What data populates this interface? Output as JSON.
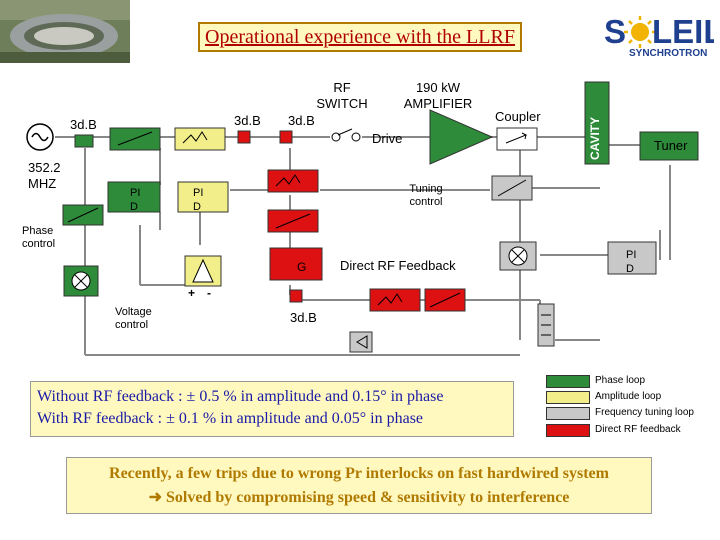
{
  "title": "Operational experience with the LLRF",
  "logo": {
    "text": "S LEIL",
    "subtext": "SYNCHROTRON"
  },
  "labels": {
    "rf_switch": [
      "RF",
      "SWITCH"
    ],
    "amplifier": [
      "190 kW",
      "AMPLIFIER"
    ],
    "coupler": "Coupler",
    "cavity": "CAVITY",
    "tuner": "Tuner",
    "drive": "Drive",
    "att_left": "3d.B",
    "att_mid": "3d.B",
    "att_mid2": "3d.B",
    "att_bottom": "3d.B",
    "freq": [
      "352.2",
      "MHZ"
    ],
    "pi1": [
      "PI",
      "D"
    ],
    "pi2": [
      "PI",
      "D"
    ],
    "pi3": [
      "PI",
      "D"
    ],
    "tuning_control": [
      "Tuning",
      "control"
    ],
    "phase_control": [
      "Phase",
      "control"
    ],
    "voltage_control": [
      "Voltage",
      "control"
    ],
    "direct_rf_feedback": "Direct RF Feedback",
    "gain": "G",
    "plus": "+",
    "minus": "-"
  },
  "legend": [
    {
      "label": "Phase loop",
      "color": "#2e8b3a"
    },
    {
      "label": "Amplitude loop",
      "color": "#f2ef8a"
    },
    {
      "label": "Frequency tuning loop",
      "color": "#c8c8c8"
    },
    {
      "label": "Direct RF feedback",
      "color": "#dd1111"
    }
  ],
  "performance": {
    "line1": "Without RF feedback :  ± 0.5 % in amplitude and 0.15° in phase",
    "line2": "With RF feedback : ± 0.1 % in amplitude and 0.05° in phase"
  },
  "note": {
    "line1": "Recently, a few trips due to wrong Pr interlocks on fast hardwired system",
    "line2": "Solved by compromising speed & sensitivity to interference"
  }
}
